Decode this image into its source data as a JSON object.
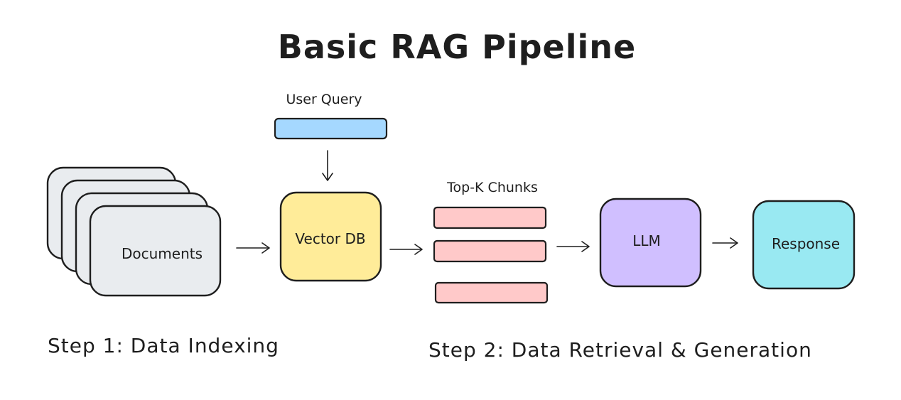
{
  "title": "Basic RAG Pipeline",
  "user_query": {
    "label": "User Query",
    "color": "#1971c2",
    "fill": "#a5d8ff"
  },
  "top_k": {
    "label": "Top-K Chunks",
    "color": "#e03131",
    "fill": "#ffc9c9"
  },
  "nodes": {
    "documents": {
      "label": "Documents",
      "fill": "#e9ecef"
    },
    "vector_db": {
      "label": "Vector DB",
      "fill": "#ffec99"
    },
    "llm": {
      "label": "LLM",
      "fill": "#d0bfff"
    },
    "response": {
      "label": "Response",
      "fill": "#99e9f2"
    }
  },
  "steps": {
    "step1": "Step 1: Data Indexing",
    "step2": "Step 2: Data Retrieval & Generation"
  }
}
